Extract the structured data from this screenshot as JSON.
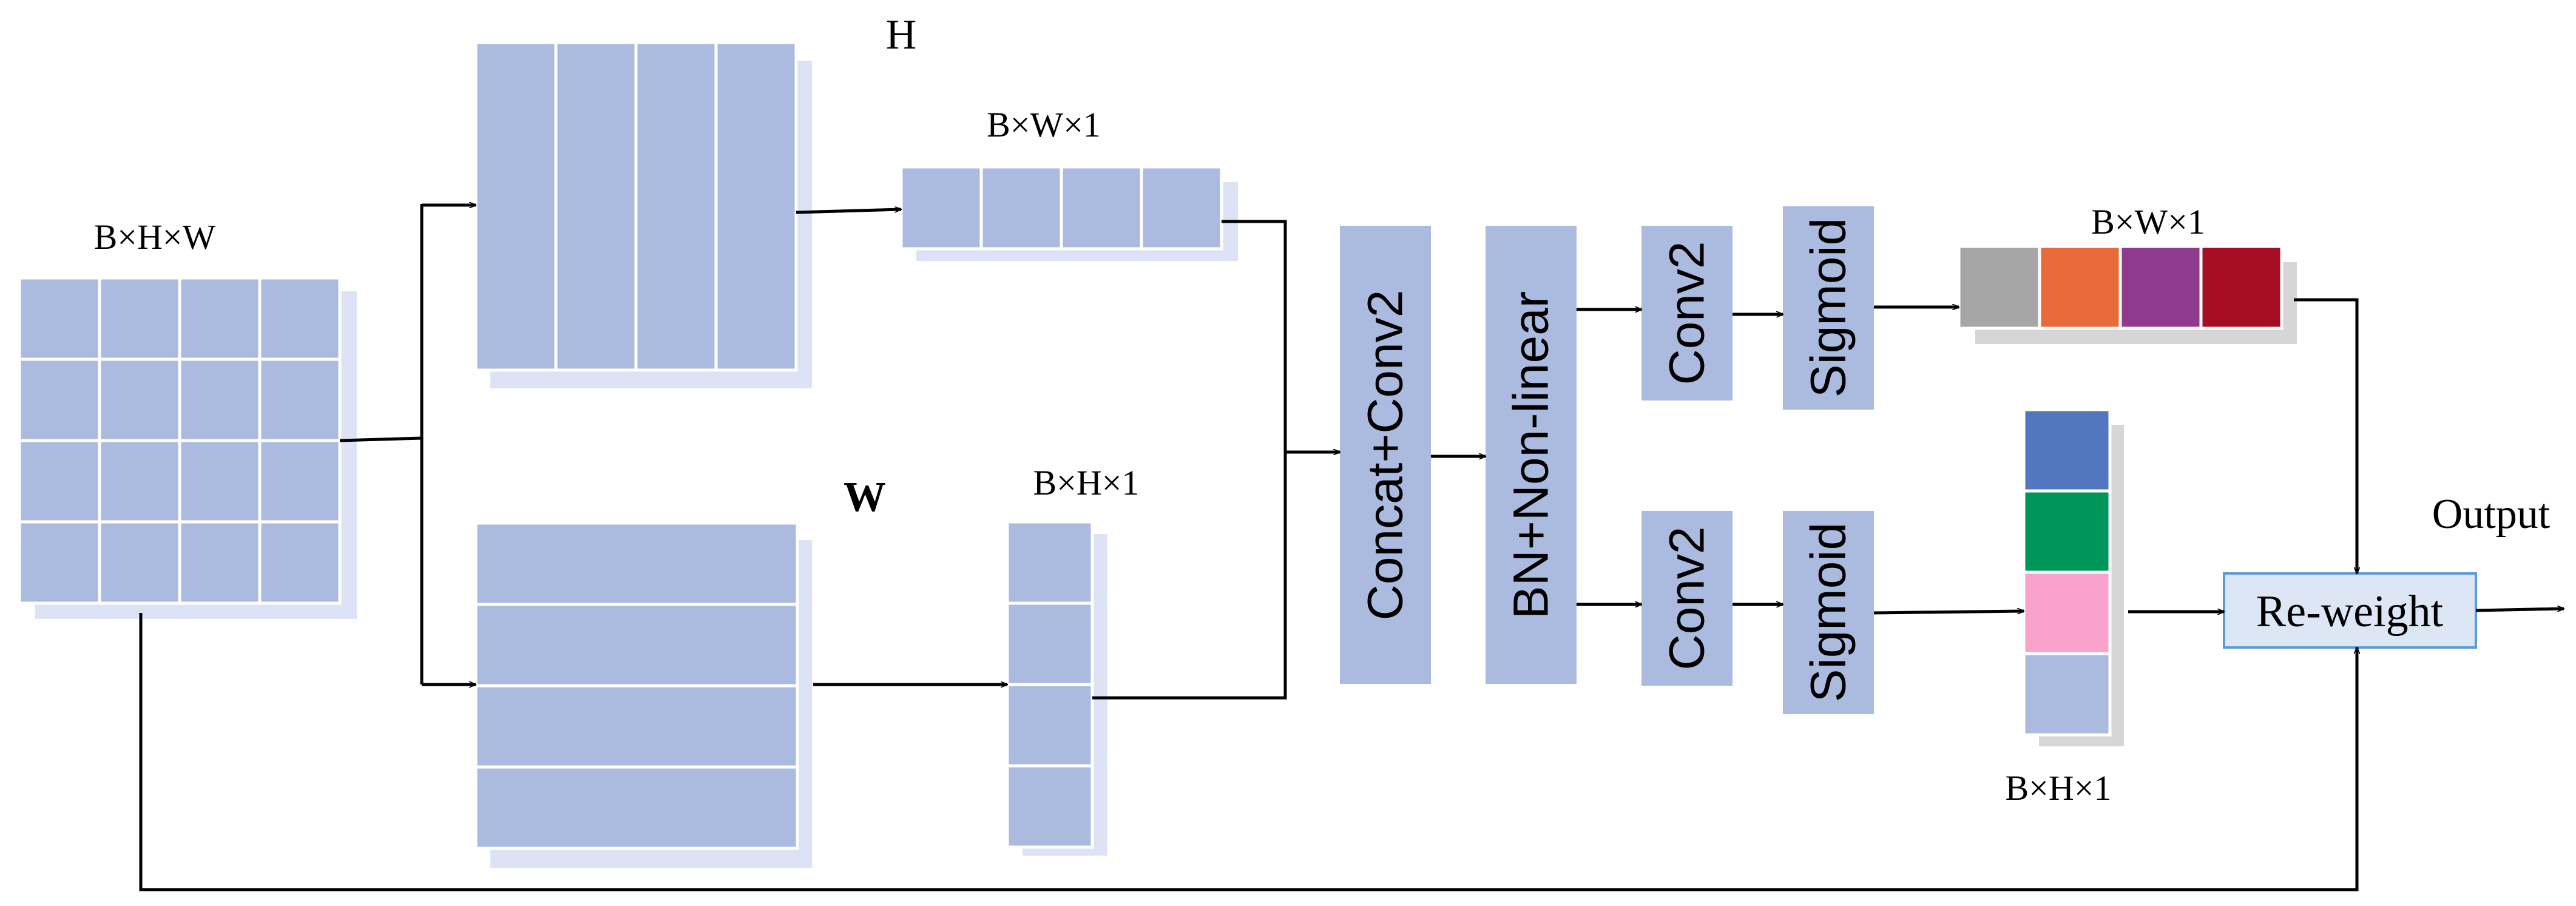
{
  "labels": {
    "input_dims": "B×H×W",
    "h_label": "H",
    "w_label": "W",
    "bw1_top": "B×W×1",
    "bh1_mid": "B×H×1",
    "bw1_right": "B×W×1",
    "bh1_bottom": "B×H×1",
    "output": "Output"
  },
  "blocks": {
    "concat_conv": "Concat+Conv2",
    "bn_nonlinear": "BN+Non-linear",
    "conv_top": "Conv2",
    "conv_bottom": "Conv2",
    "sigmoid_top": "Sigmoid",
    "sigmoid_bottom": "Sigmoid",
    "reweight": "Re-weight"
  },
  "colors": {
    "cell": "#abbbe0",
    "reweight_fill": "#dce6f5",
    "reweight_border": "#5b9bd5",
    "w_vector": [
      "#a6a6a6",
      "#e8693a",
      "#8e3b8e",
      "#a50e25"
    ],
    "h_vector": [
      "#5277c0",
      "#00965a",
      "#f9a3cc",
      "#abbbe0"
    ]
  }
}
